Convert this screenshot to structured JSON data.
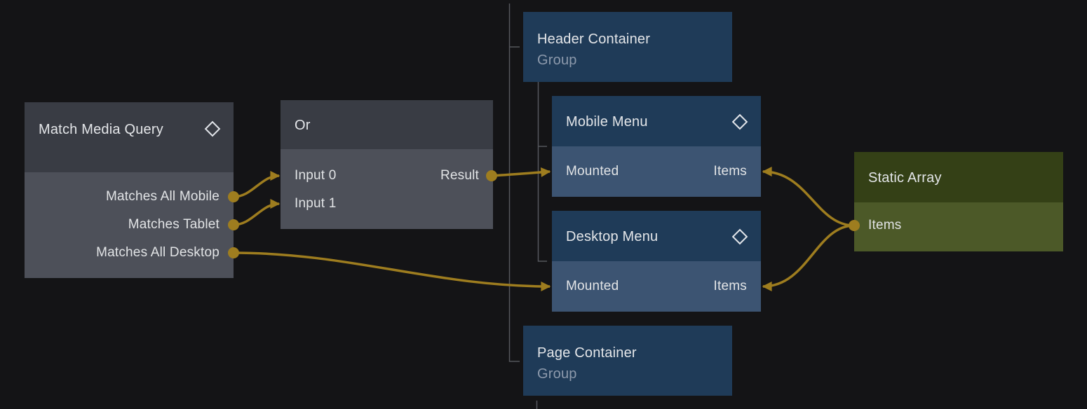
{
  "canvas": {
    "background": "#141416"
  },
  "palette": {
    "wire": "#9e7d1f",
    "hierarchy_line": "#55575c",
    "gray_node_header": "#393c44",
    "gray_node_body": "#4d5059",
    "blue_node_header": "#1f3b58",
    "blue_node_body": "#3c5472",
    "olive_node_header": "#344016",
    "olive_node_body": "#4c5928",
    "title_text": "#e4e6e9",
    "subtitle_text": "#8d9aac",
    "port_text": "#e2e4e6"
  },
  "nodes": [
    {
      "id": "match-media-query",
      "title": "Match Media Query",
      "icon": "diamond-outline",
      "ports": [
        {
          "label": "Matches All Mobile",
          "kind": "output",
          "side": "right"
        },
        {
          "label": "Matches Tablet",
          "kind": "output",
          "side": "right"
        },
        {
          "label": "Matches All Desktop",
          "kind": "output",
          "side": "right"
        }
      ]
    },
    {
      "id": "or",
      "title": "Or",
      "ports": [
        {
          "label": "Input 0",
          "kind": "input",
          "side": "left"
        },
        {
          "label": "Input 1",
          "kind": "input",
          "side": "left"
        },
        {
          "label": "Result",
          "kind": "output",
          "side": "right"
        }
      ]
    },
    {
      "id": "header-container",
      "title": "Header Container",
      "subtitle": "Group"
    },
    {
      "id": "mobile-menu",
      "title": "Mobile Menu",
      "icon": "diamond-outline",
      "ports": [
        {
          "label": "Mounted",
          "kind": "input",
          "side": "left"
        },
        {
          "label": "Items",
          "kind": "input",
          "side": "right"
        }
      ]
    },
    {
      "id": "desktop-menu",
      "title": "Desktop Menu",
      "icon": "diamond-outline",
      "ports": [
        {
          "label": "Mounted",
          "kind": "input",
          "side": "left"
        },
        {
          "label": "Items",
          "kind": "input",
          "side": "right"
        }
      ]
    },
    {
      "id": "static-array",
      "title": "Static Array",
      "ports": [
        {
          "label": "Items",
          "kind": "output",
          "side": "left"
        }
      ]
    },
    {
      "id": "page-container",
      "title": "Page Container",
      "subtitle": "Group"
    }
  ],
  "connections": [
    {
      "from": "Match Media Query.Matches All Mobile",
      "to": "Or.Input 0"
    },
    {
      "from": "Match Media Query.Matches Tablet",
      "to": "Or.Input 1"
    },
    {
      "from": "Match Media Query.Matches All Desktop",
      "to": "Desktop Menu.Mounted"
    },
    {
      "from": "Or.Result",
      "to": "Mobile Menu.Mounted"
    },
    {
      "from": "Static Array.Items",
      "to": "Mobile Menu.Items"
    },
    {
      "from": "Static Array.Items",
      "to": "Desktop Menu.Items"
    }
  ]
}
